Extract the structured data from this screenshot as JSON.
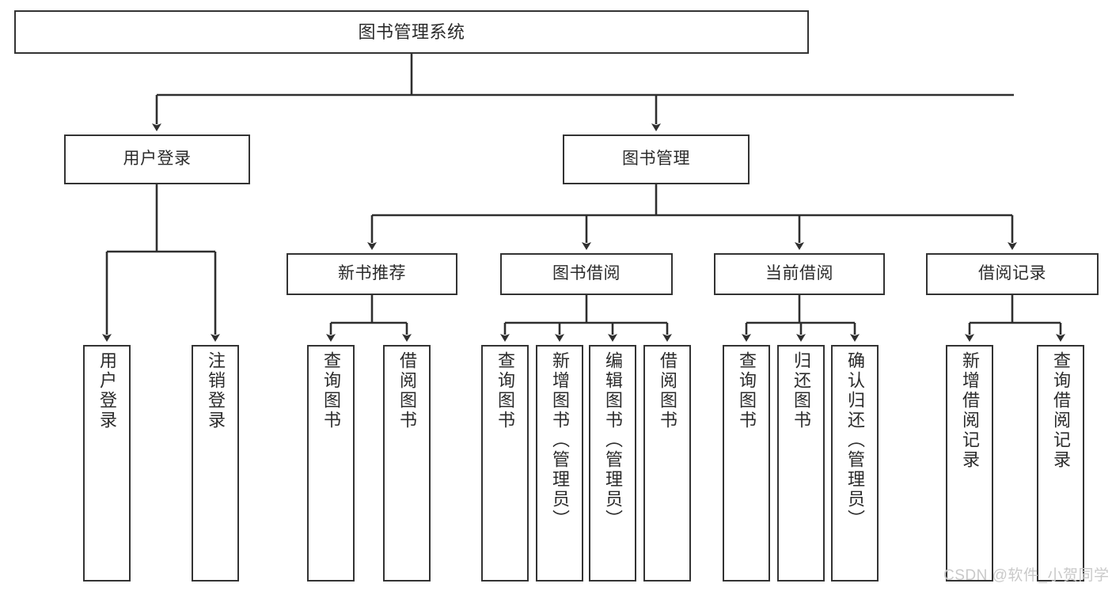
{
  "diagram": {
    "title": "图书管理系统",
    "type": "hierarchy-tree",
    "levels": 4,
    "colors": {
      "box_border": "#333333",
      "box_fill": "#ffffff",
      "connector": "#2f2f2f",
      "text": "#2b2b2b",
      "watermark": "#c9c9c9",
      "background": "#ffffff"
    },
    "nodes": {
      "root": {
        "label": "图书管理系统"
      },
      "level2": [
        {
          "label": "用户登录"
        },
        {
          "label": "图书管理"
        }
      ],
      "level3": [
        {
          "label": "新书推荐"
        },
        {
          "label": "图书借阅"
        },
        {
          "label": "当前借阅"
        },
        {
          "label": "借阅记录"
        }
      ],
      "leaves": {
        "user_login": [
          {
            "label": "用户登录"
          },
          {
            "label": "注销登录"
          }
        ],
        "new_book_recommend": [
          {
            "label": "查询图书"
          },
          {
            "label": "借阅图书"
          }
        ],
        "book_borrow": [
          {
            "label": "查询图书"
          },
          {
            "label": "新增图书（管理员）"
          },
          {
            "label": "编辑图书（管理员）"
          },
          {
            "label": "借阅图书"
          }
        ],
        "current_borrow": [
          {
            "label": "查询图书"
          },
          {
            "label": "归还图书"
          },
          {
            "label": "确认归还（管理员）"
          }
        ],
        "borrow_record": [
          {
            "label": "新增借阅记录"
          },
          {
            "label": "查询借阅记录"
          }
        ]
      }
    },
    "watermark": "CSDN @软件_小贺同学"
  }
}
